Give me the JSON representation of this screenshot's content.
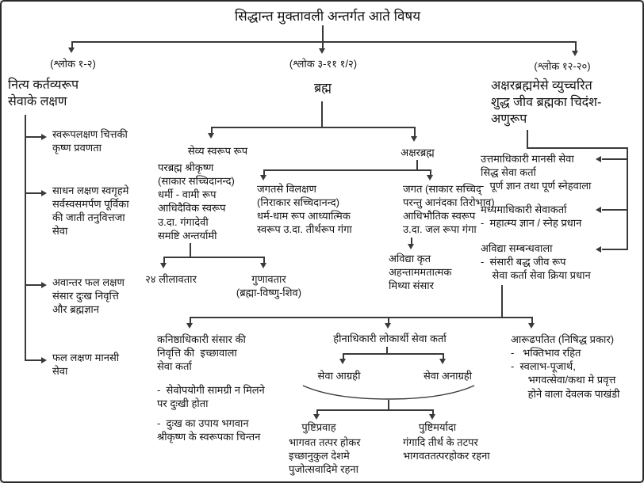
{
  "title": "सिद्धान्त मुक्तावली अन्तर्गत आते विषय",
  "left": {
    "shloka": "(श्लोक १-२)",
    "heading": "नित्य कर्तव्यरूप\nसेवाके लक्षण",
    "items": [
      "स्वरूपलक्षण चित्तकी\nकृष्ण प्रवणता",
      "साधन लक्षण स्वगृहमे\nसर्वस्वसमर्पण पूर्विका\nकी जाती तनुवित्तजा\nसेवा",
      "अवान्तर फल लक्षण\nसंसार दुःख निवृत्ति\nऔर ब्रह्मज्ञान",
      "फल लक्षण मानसी\nसेवा"
    ]
  },
  "middle": {
    "shloka": "(श्लोक ३-११ १/२)",
    "heading": "ब्रह्म",
    "sevya": {
      "label": "सेव्य स्वरूप रूप",
      "parabrahma": "परब्रह्म श्रीकृष्ण\n(साकार सच्चिदानन्द)\nधर्मी - वामी रूप\nआधिदैविक स्वरूप\nउ.दा. गंगादेवी\nसमष्टि अन्तर्यामी",
      "avataras": [
        "२४ लीलावतार",
        "गुणावतार\n(ब्रह्मा-विष्णु-शिव)"
      ]
    },
    "akshara": {
      "label": "अक्षरब्रह्म",
      "jagatse": "जगतसे विलक्षण\n(निराकार सच्चिदानन्द)\nधर्म-धाम रूप आध्यात्मिक\nस्वरूप उ.दा. तीर्थरूप गंगा",
      "jagat": "जगत (साकार सच्चिद्\nपरन्तु आनंदका तिरोभाव)\nआधिभौतिक स्वरूप\nउ.दा. जल रूपा गंगा",
      "avidya": "अविद्या कृत\nअहन्ताममतात्मक\nमिथ्या संसार"
    }
  },
  "right": {
    "shloka": "(श्लोक १२-२०)",
    "heading": "अक्षरब्रह्ममेसे व्युच्चरित\nशुद्ध जीव ब्रह्मका चिदंश-\nअणुरूप",
    "items": [
      "उत्तमाधिकारी मानसी सेवा\nसिद्ध सेवा कर्ता\n-  पूर्ण ज्ञान तथा पूर्ण स्नेहवाला",
      "मध्यमाधिकारी सेवाकर्ता\n-  महात्म्य ज्ञान / स्नेह प्रधान",
      "अविद्या सम्बन्धवाला\n-  संसारी बद्ध जीव रूप\n    सेवा कर्ता सेवा क्रिया प्रधान"
    ]
  },
  "bottom": {
    "kanishtha": {
      "main": "कनिष्ठाधिकारी संसार की\nनिवृत्ति की  इच्छावाला\nसेवा कर्ता",
      "note1": "-  सेवोपयोगी सामग्री न मिलने\nपर दुःखी होता",
      "note2": "-  दुःख का उपाय भगवान\nश्रीकृष्ण के स्वरूपका चिन्तन"
    },
    "heena": {
      "label": "हीनाधिकारी लोकार्थी सेवा कर्ता",
      "agrahi": "सेवा आग्रही",
      "anagrahi": "सेवा अनाग्रही",
      "pushtipravah": {
        "label": "पुष्टिप्रवाह",
        "desc": "भागवत तत्पर होकर\nइच्छानुकुल देशमे\nपुजोत्सवादिमे रहना"
      },
      "pushtimaryada": {
        "label": "पुष्टिमर्यादा",
        "desc": "गंगादि तीर्थ के तटपर\nभागवततत्परहोकर रहना"
      }
    },
    "aarudh": "आरूढपतित (निषिद्ध प्रकार)\n-   भक्तिभाव रहित\n-  स्वलाभ-पूजार्थ,\n      भगवत्सेवा/कथा मे प्रवृत्त\n      होने वाला देवलक पाखंडी"
  },
  "colors": {
    "line": "#3a3a3a",
    "text": "#141414",
    "background": "#ffffff"
  }
}
